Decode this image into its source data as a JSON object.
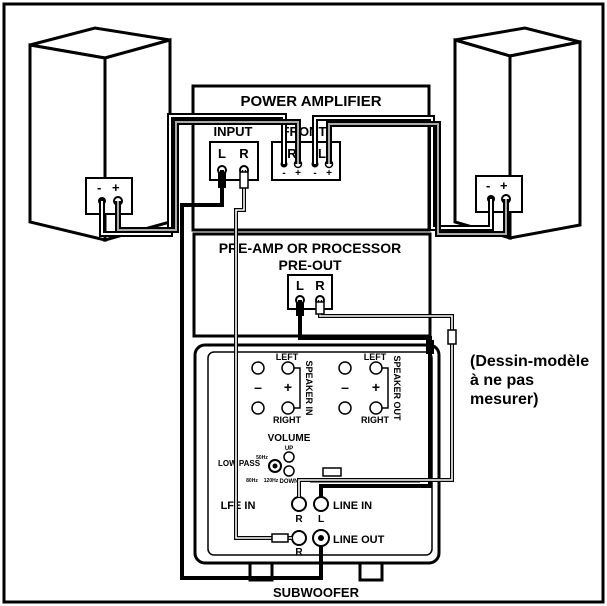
{
  "amplifier": {
    "title": "POWER AMPLIFIER",
    "input_label": "INPUT",
    "front_label": "FRONT",
    "input_left": "L",
    "input_right": "R",
    "front_right": "R",
    "front_left": "L",
    "minus": "-",
    "plus": "+"
  },
  "speakers": {
    "minus": "-",
    "plus": "+"
  },
  "preamp": {
    "title": "PRE-AMP OR PROCESSOR",
    "preout_label": "PRE-OUT",
    "left": "L",
    "right": "R"
  },
  "subwoofer": {
    "title": "SUBWOOFER",
    "speaker_in": "SPEAKER IN",
    "speaker_out": "SPEAKER OUT",
    "left": "LEFT",
    "right": "RIGHT",
    "minus": "–",
    "plus": "+",
    "volume": "VOLUME",
    "up": "UP",
    "down": "DOWN",
    "low_pass": "LOW PASS",
    "f50": "50Hz",
    "f80": "80Hz",
    "f120": "120Hz",
    "lfe_in": "LFE IN",
    "line_in": "LINE IN",
    "line_out": "LINE OUT",
    "r": "R",
    "l": "L"
  },
  "note": "(Dessin-modèle à ne pas mesurer)"
}
